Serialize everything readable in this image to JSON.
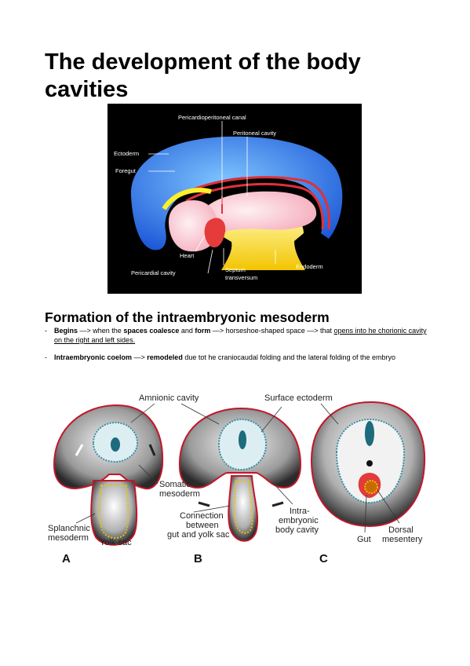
{
  "page": {
    "title": "The development of the body cavities",
    "subtitle": "Formation of the intraembryonic mesoderm"
  },
  "figure1": {
    "labels": {
      "pericardioperitoneal_canal": "Pericardioperitoneal canal",
      "peritoneal_cavity": "Peritoneal cavity",
      "ectoderm": "Ectoderm",
      "foregut": "Foregut",
      "heart": "Heart",
      "pericardial_cavity": "Pericardial cavity",
      "septum": "Septum",
      "transversum": "transversum",
      "endoderm": "Endoderm"
    }
  },
  "bullets": [
    {
      "b1": "Begins",
      "t1": " —> when the ",
      "b2": "spaces coalesce",
      "t2": " and ",
      "b3": "form",
      "t3": " —> horseshoe-shaped space —> that ",
      "u1": "opens into he chorionic cavity on the right and left sides."
    },
    {
      "b1": "Intraembryonic coelom",
      "t1": " —> ",
      "b2": "remodeled",
      "t2": " due tot he craniocaudal folding and the lateral folding of the embryo"
    }
  ],
  "figure2": {
    "labels": {
      "amnionic_cavity": "Amnionic cavity",
      "surface_ectoderm": "Surface ectoderm",
      "somatic_1": "Somatic",
      "somatic_2": "mesoderm",
      "splanchnic_1": "Splanchnic",
      "splanchnic_2": "mesoderm",
      "yolk_sac": "Yolk sac",
      "connection_1": "Connection",
      "connection_2": "between",
      "connection_3": "gut and yolk sac",
      "intra_1": "Intra-",
      "intra_2": "embryonic",
      "intra_3": "body cavity",
      "gut": "Gut",
      "dorsal_1": "Dorsal",
      "dorsal_2": "mesentery",
      "panel_a": "A",
      "panel_b": "B",
      "panel_c": "C"
    }
  }
}
